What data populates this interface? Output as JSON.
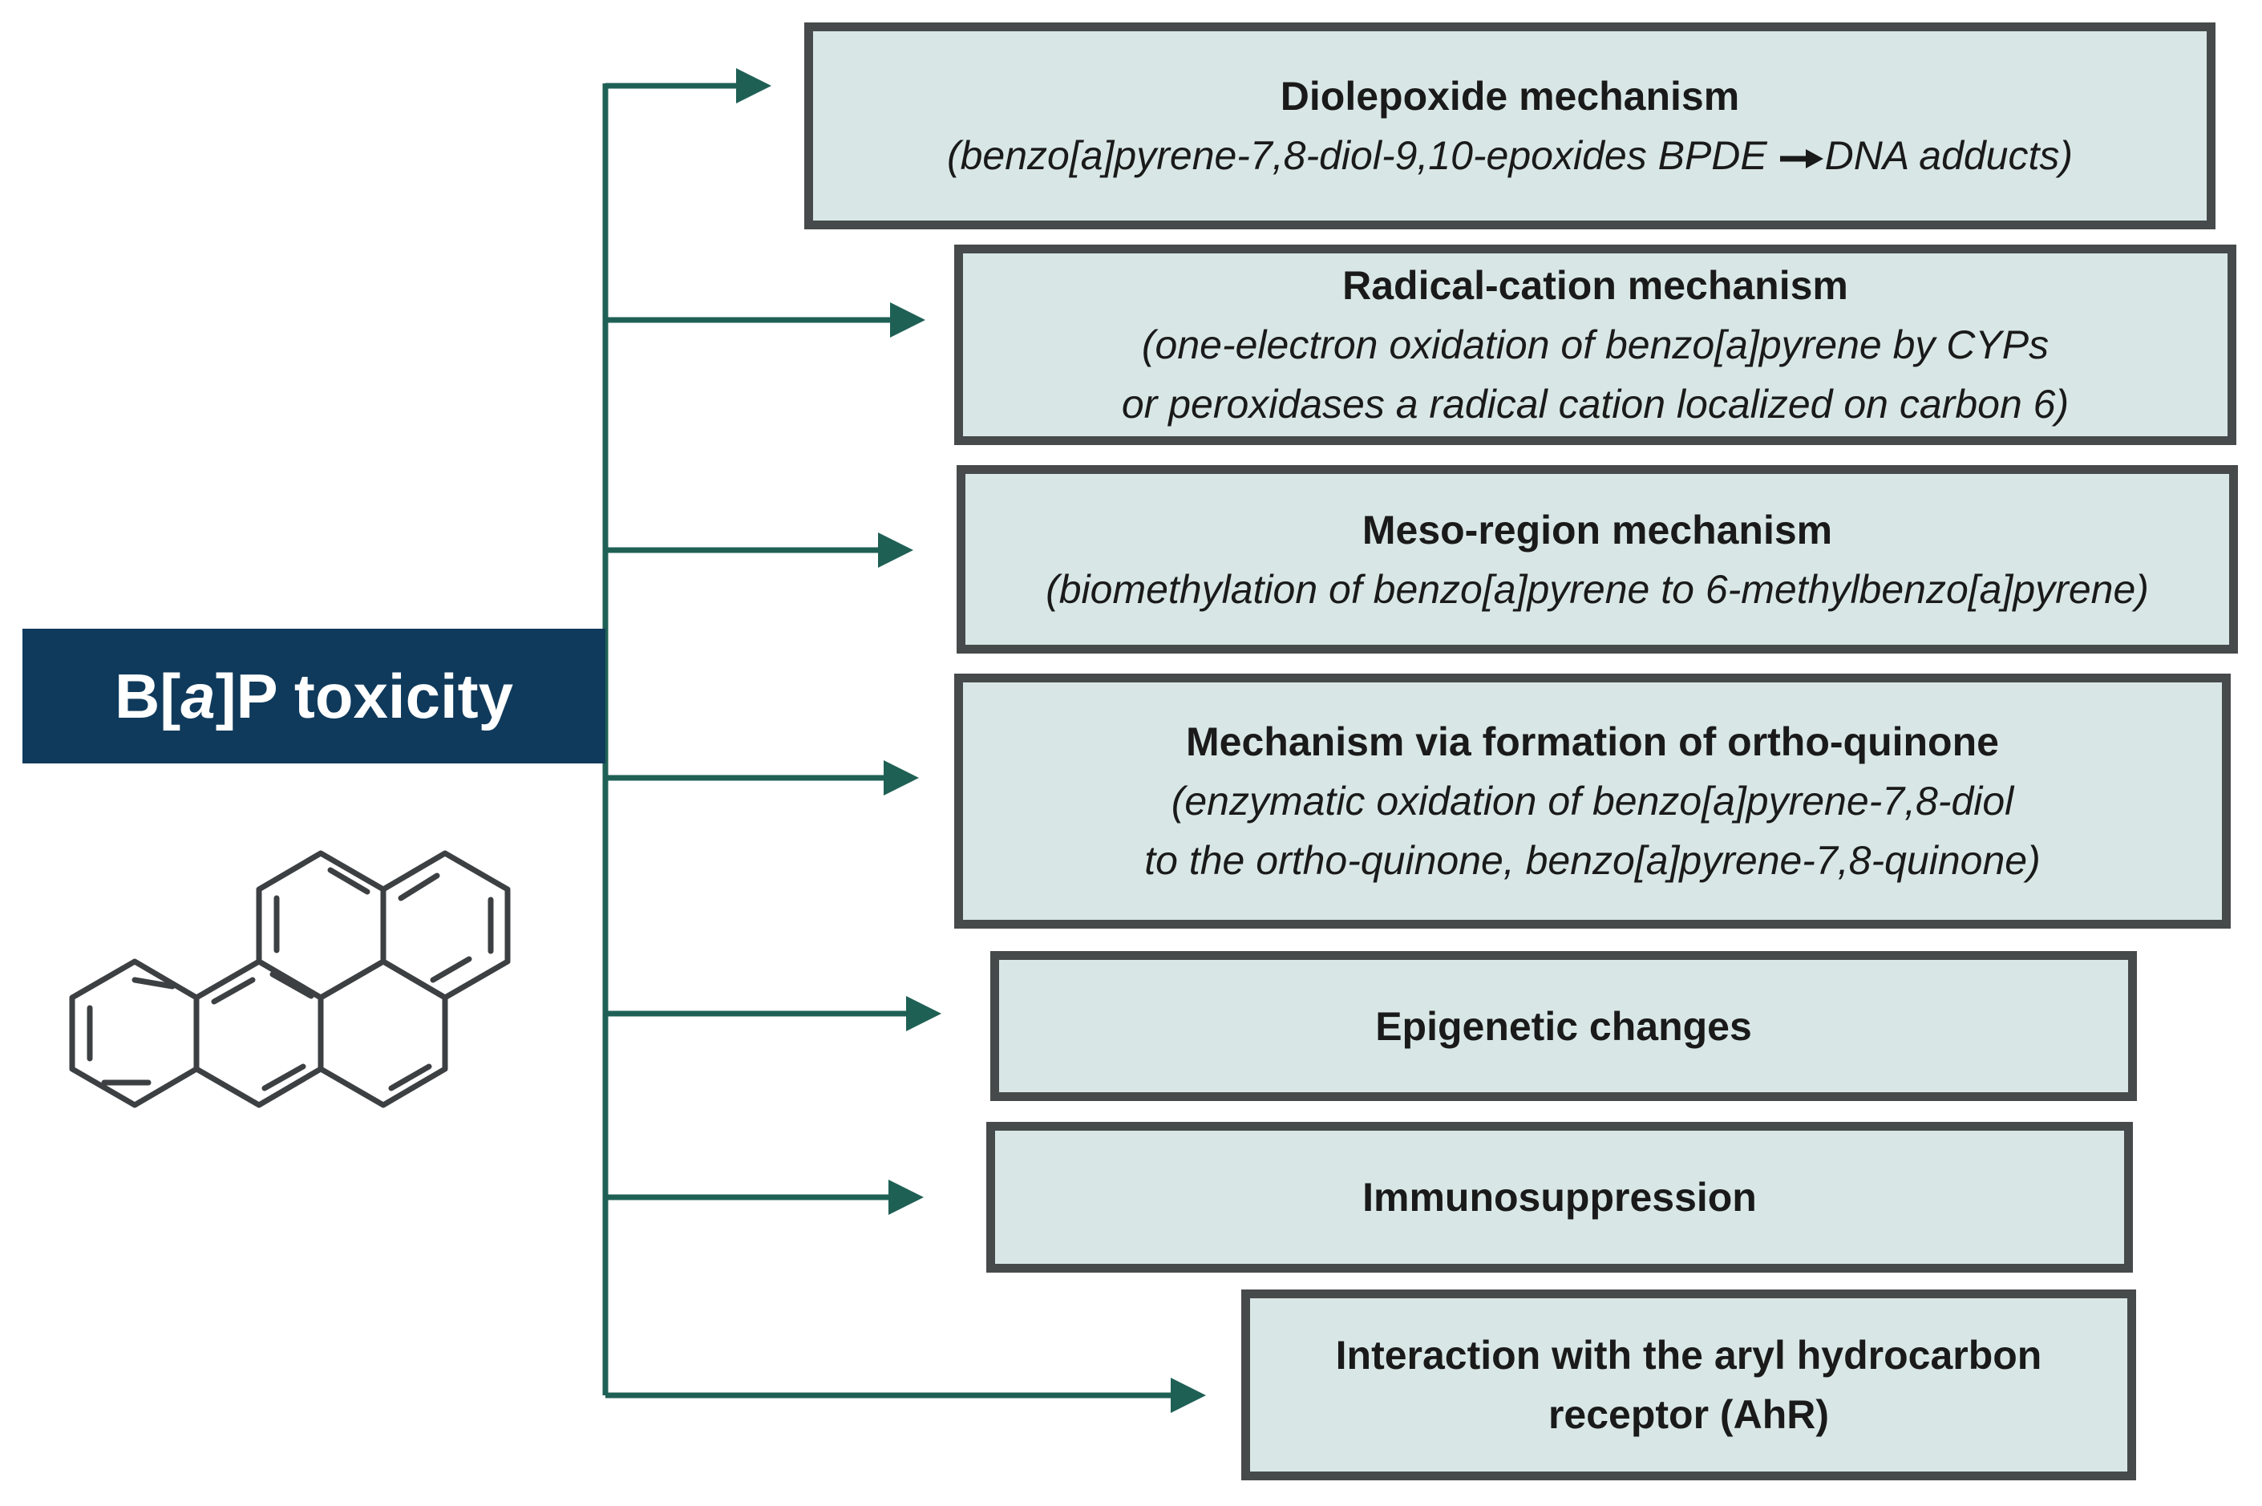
{
  "title": {
    "prefix": "B[",
    "italic": "a",
    "suffix": "]P toxicity"
  },
  "mechanisms": [
    {
      "title": "Diolepoxide mechanism",
      "description_parts": [
        "(benzo[a]pyrene-7,8-diol-9,10-epoxides BPDE ",
        "DNA adducts)"
      ]
    },
    {
      "title": "Radical-cation mechanism",
      "description": "(one-electron oxidation of  benzo[a]pyrene by CYPs\nor peroxidases a radical cation localized on carbon 6)"
    },
    {
      "title": "Meso-region mechanism",
      "description": "(biomethylation of benzo[a]pyrene to 6-methylbenzo[a]pyrene)"
    },
    {
      "title": "Mechanism via formation of ortho-quinone",
      "description": "(enzymatic oxidation of benzo[a]pyrene-7,8-diol\nto the ortho-quinone, benzo[a]pyrene-7,8-quinone)"
    },
    {
      "title": "Epigenetic changes"
    },
    {
      "title": "Immunosuppression"
    },
    {
      "title": "Interaction with the aryl hydrocarbon\nreceptor (AhR)"
    }
  ],
  "colors": {
    "connector": "#1f6055",
    "title_bg": "#0f3a5c",
    "box_fill": "#d8e7e5",
    "box_border": "#474a4b",
    "molecule": "#3d4042"
  },
  "icons": {
    "molecule": "benzo-a-pyrene-structure-icon",
    "arrow": "arrow-right-icon"
  }
}
